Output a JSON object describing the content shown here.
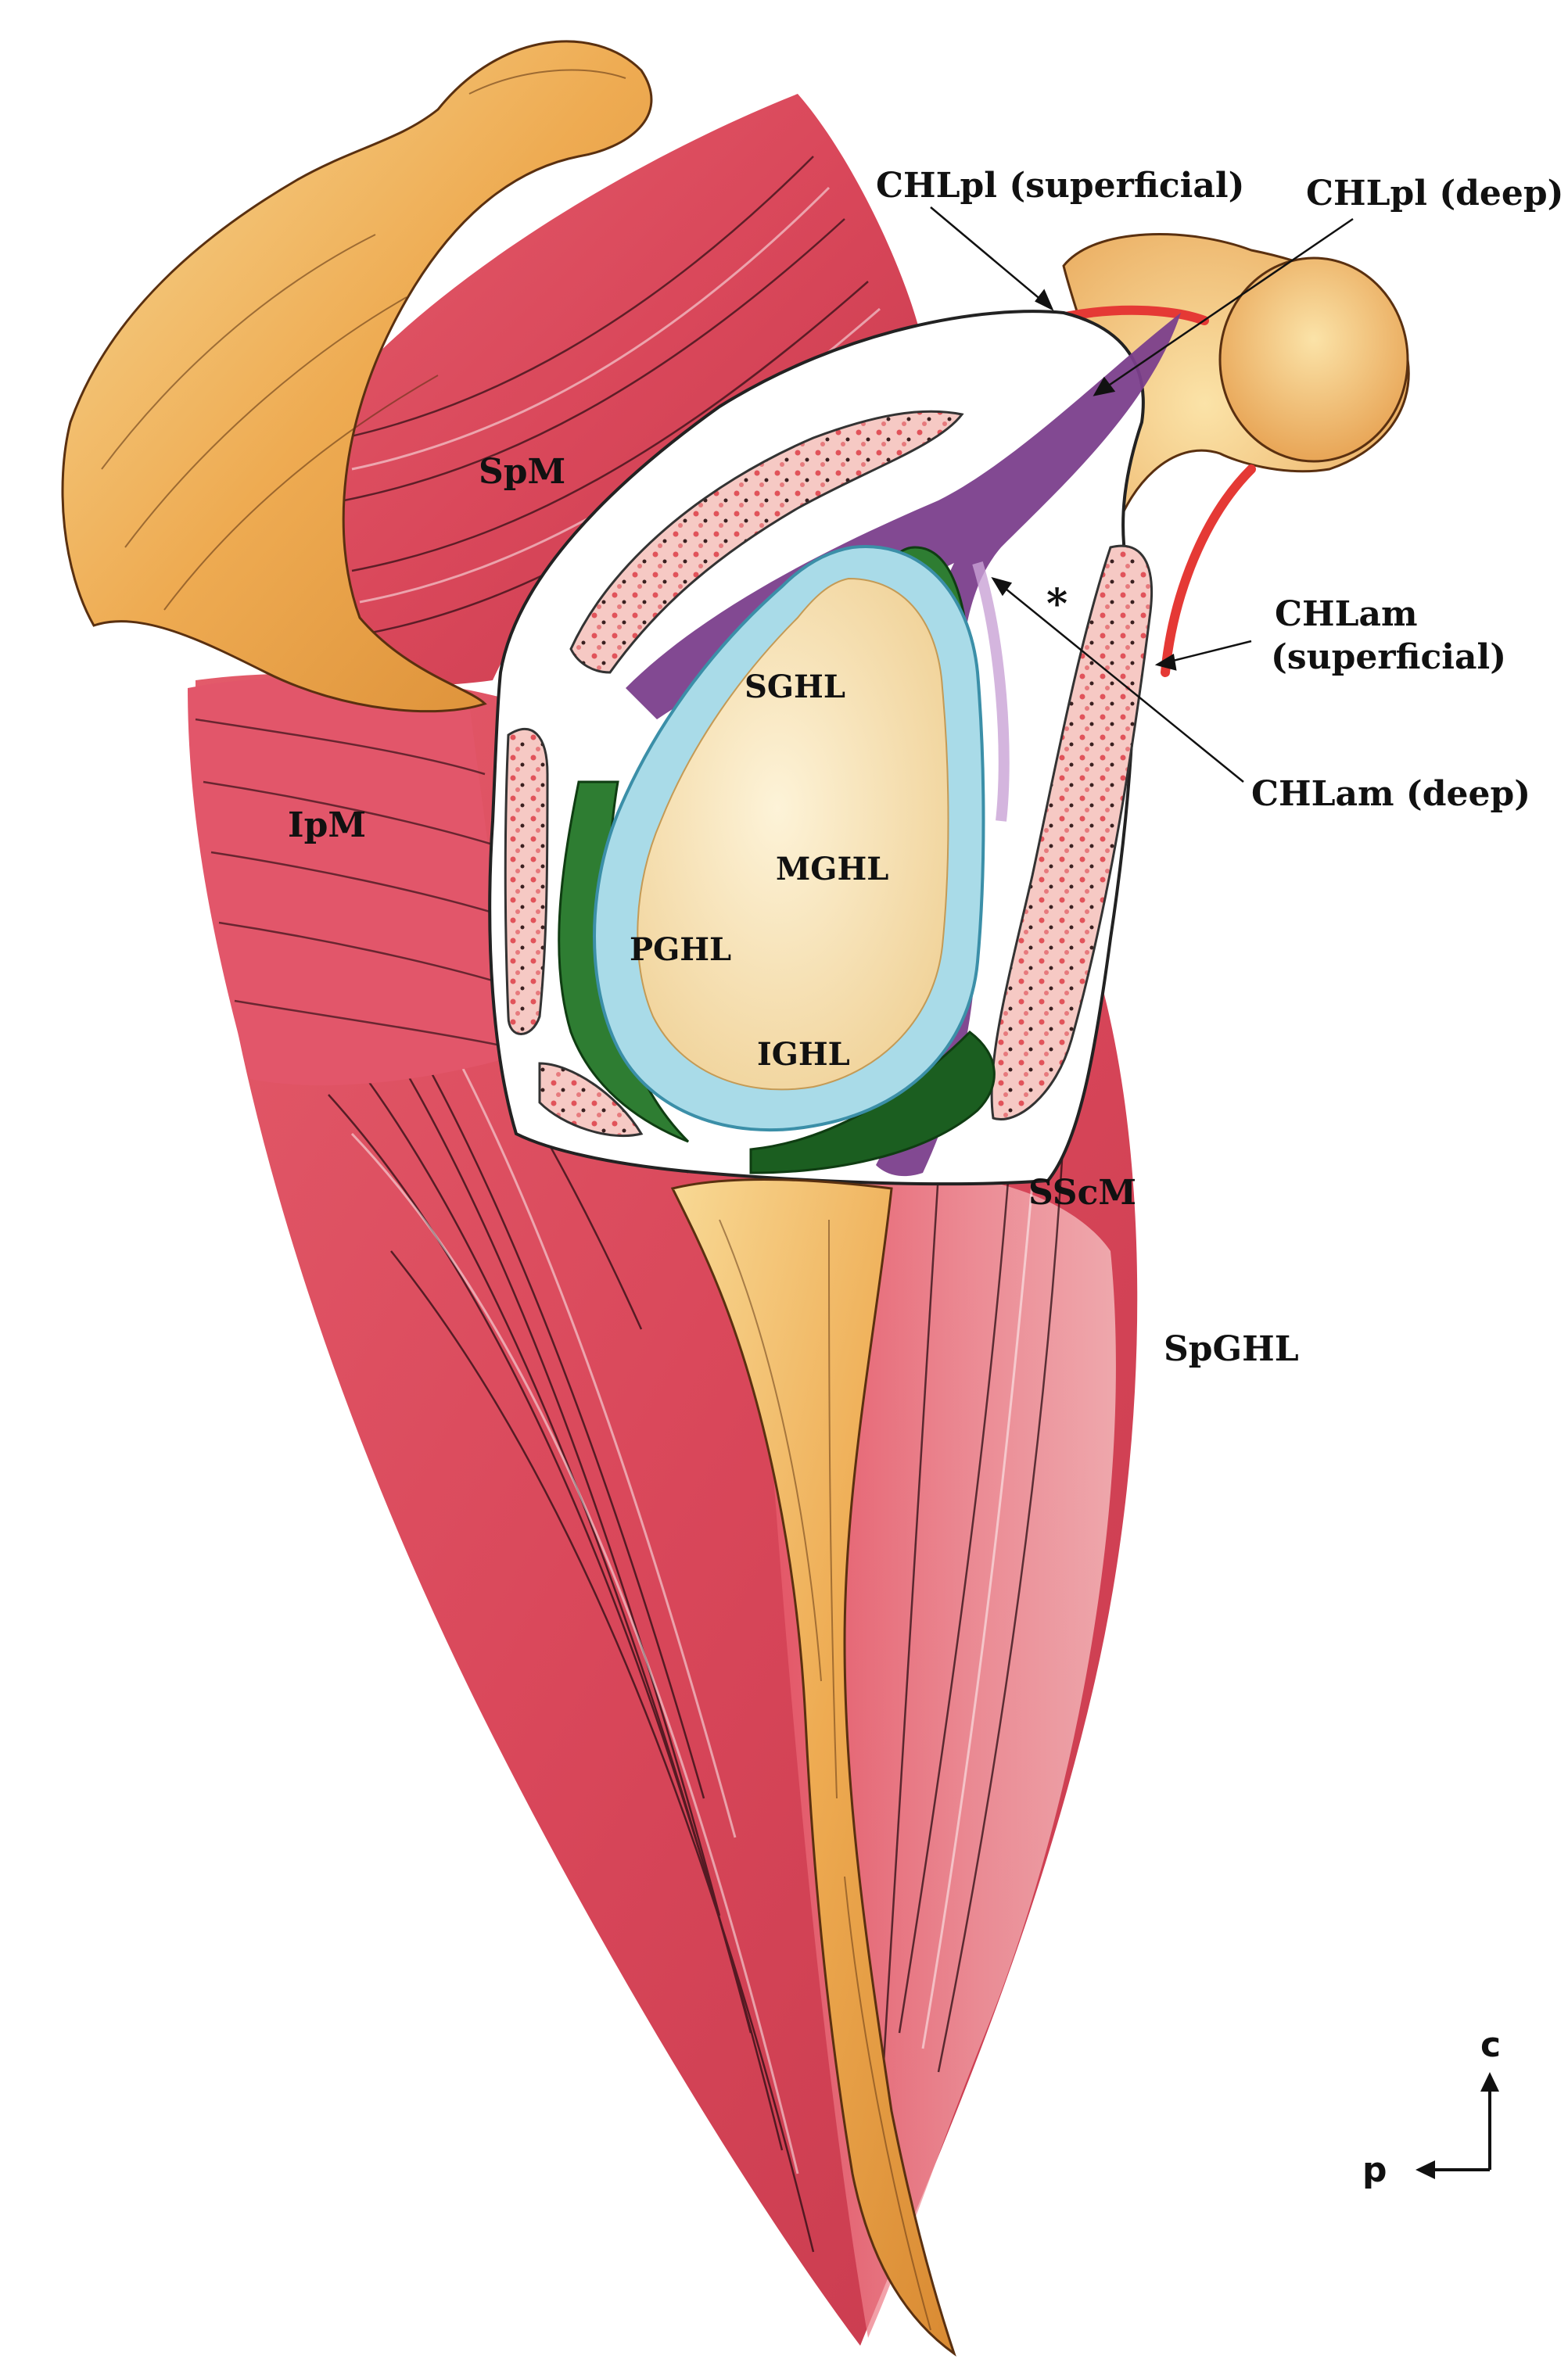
{
  "labels": {
    "chlpl_superficial": "CHLpl (superficial)",
    "chlpl_deep": "CHLpl (deep)",
    "chlam": "CHLam",
    "chlam_superficial_sub": "(superficial)",
    "chlam_deep": "CHLam (deep)",
    "spm": "SpM",
    "ipm": "IpM",
    "sghl": "SGHL",
    "mghl": "MGHL",
    "pghl": "PGHL",
    "ighl": "IGHL",
    "sscm": "SScM",
    "spghl": "SpGHL",
    "asterisk": "*"
  },
  "orientation": {
    "cranial": "c",
    "posterior": "p"
  },
  "colors": {
    "muscle": "#d94a5a",
    "muscle_light": "#f2a0a6",
    "bone": "#e9a850",
    "bone_light": "#f7d79a",
    "glenoid": "#f8e6b8",
    "labrum": "#a9dbe8",
    "ligament_green": "#2e7d32",
    "ligament_purple": "#7b3f8c",
    "capsule_red": "#e53935"
  }
}
